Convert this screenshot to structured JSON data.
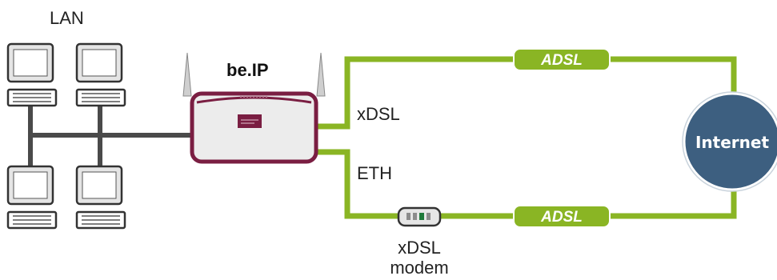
{
  "labels": {
    "lan": "LAN",
    "router": "be.IP",
    "xdsl": "xDSL",
    "eth": "ETH",
    "modem_line1": "xDSL",
    "modem_line2": "modem",
    "internet": "Internet",
    "adsl_top": "ADSL",
    "adsl_bottom": "ADSL"
  },
  "colors": {
    "line_green": "#8ab524",
    "pill_green": "#8ab524",
    "lan_gray": "#4a4a4a",
    "router_maroon": "#7a1e42",
    "globe_blue": "#3d5f80"
  }
}
